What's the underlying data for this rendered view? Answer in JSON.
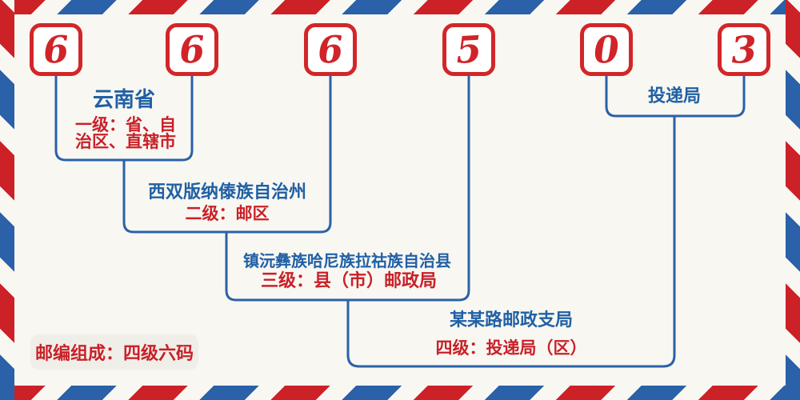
{
  "postal_code": {
    "digits": [
      "6",
      "6",
      "6",
      "5",
      "0",
      "3"
    ]
  },
  "annotations": {
    "level1": {
      "name": "云南省",
      "desc": "一级：省、自\n治区、直辖市"
    },
    "level2": {
      "name": "西双版纳傣族自治州",
      "desc": "二级：邮区"
    },
    "level3": {
      "name": "镇沅彝族哈尼族拉祜族自治县",
      "desc": "三级：县（市）邮政局"
    },
    "level4": {
      "name": "某某路邮政支局",
      "desc": "四级：投递局（区）"
    },
    "delivery": {
      "name": "投递局"
    }
  },
  "footer": {
    "composition": "邮编组成：四级六码"
  },
  "colors": {
    "background": "#f8f7f2",
    "stripe_red": "#cc2127",
    "stripe_blue": "#2a61a8",
    "digit_red": "#d02428",
    "box_border_red": "#d22629",
    "connector_blue": "#2b61a8",
    "label_blue": "#2060a5",
    "label_red": "#c92028",
    "badge_background": "#f0eee8"
  }
}
